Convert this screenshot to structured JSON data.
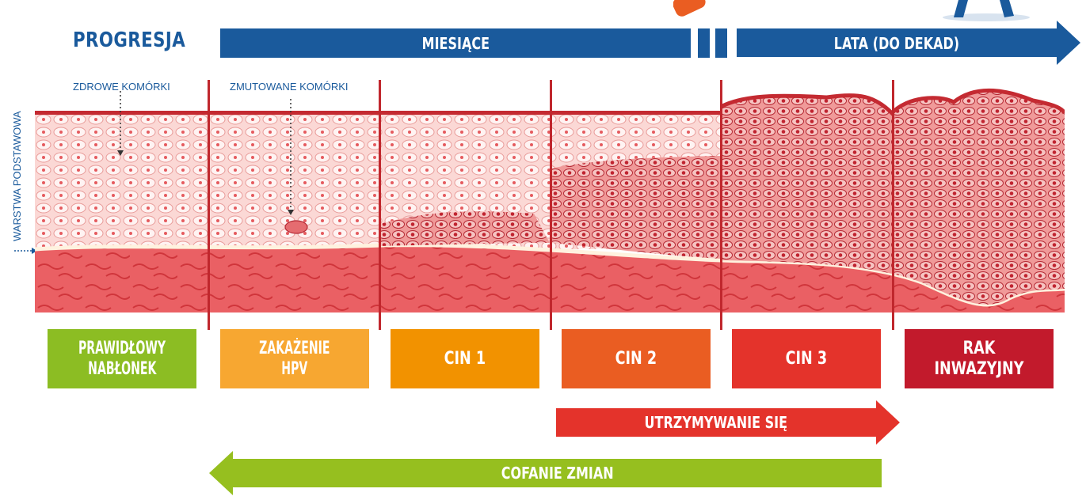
{
  "header": {
    "title": "PROGRESJA",
    "months_label": "MIESIĄCE",
    "years_label": "LATA (DO DEKAD)"
  },
  "tissue": {
    "basal_layer_label": "WARSTWA PODSTAWOWA",
    "healthy_cells_label": "ZDROWE KOMÓRKI",
    "mutated_cells_label": "ZMUTOWANE KOMÓRKI"
  },
  "stages": [
    {
      "line1": "PRAWIDŁOWY",
      "line2": "NABŁONEK",
      "color": "#8cbd23"
    },
    {
      "line1": "ZAKAŻENIE",
      "line2": "HPV",
      "color": "#f7a731"
    },
    {
      "line1": "CIN 1",
      "line2": "",
      "color": "#f29200"
    },
    {
      "line1": "CIN 2",
      "line2": "",
      "color": "#ea5d22"
    },
    {
      "line1": "CIN 3",
      "line2": "",
      "color": "#e4332b"
    },
    {
      "line1": "RAK INWAZYJNY",
      "line2": "",
      "color": "#c21a2c"
    }
  ],
  "arrows": {
    "persistence_label": "UTRZYMYWANIE SIĘ",
    "regression_label": "COFANIE ZMIAN"
  },
  "colors": {
    "blue": "#1a5a9c",
    "persistence": "#e4332b",
    "regression": "#96bf1f",
    "tissue_top": "#f6b9b7",
    "tissue_bottom": "#e8585c",
    "divider": "#c0272d"
  }
}
